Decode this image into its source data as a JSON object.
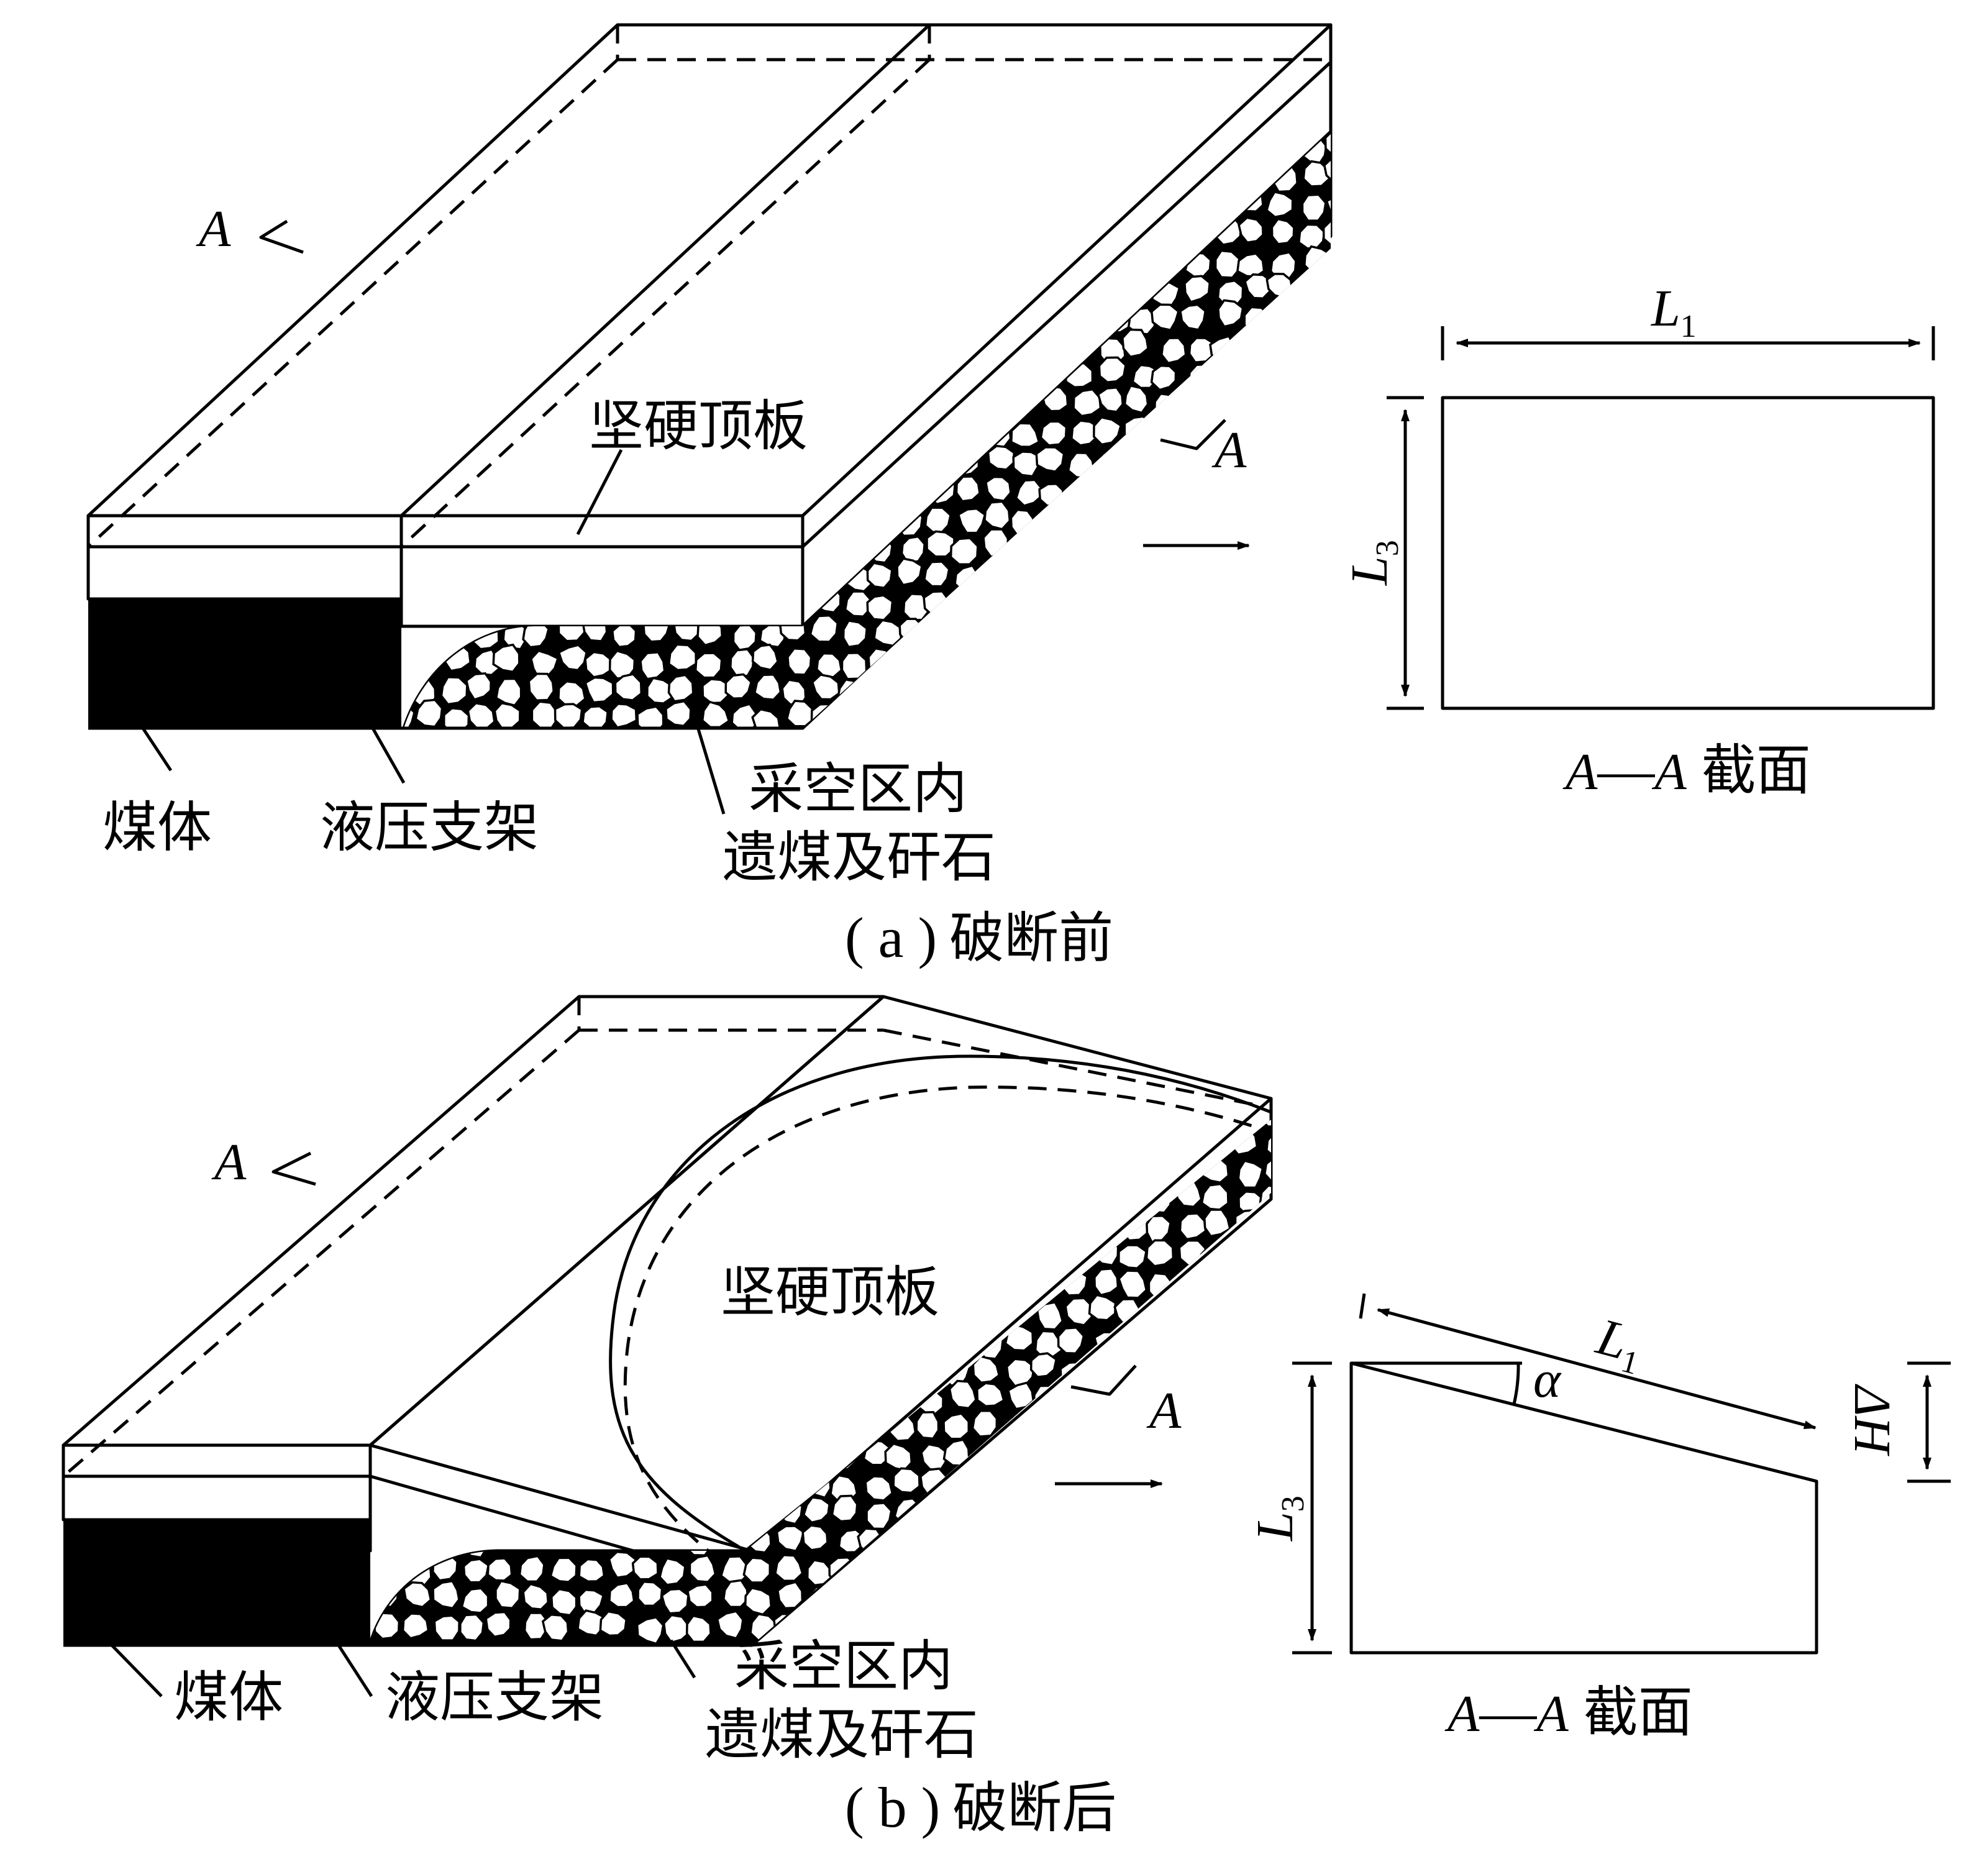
{
  "panel_a": {
    "caption_tag": "( a )",
    "caption_text": "破断前",
    "roof_label": "坚硬顶板",
    "coal_label": "煤体",
    "support_label": "液压支架",
    "goaf_label_1": "采空区内",
    "goaf_label_2": "遗煤及矸石",
    "section_mark_top": "A",
    "section_mark_bottom": "A",
    "section": {
      "width_label": "L",
      "width_sub": "1",
      "height_label": "L",
      "height_sub": "3",
      "title_a1": "A",
      "title_dash": "—",
      "title_a2": "A",
      "title_cn": "截面"
    }
  },
  "panel_b": {
    "caption_tag": "( b )",
    "caption_text": "破断后",
    "roof_label": "坚硬顶板",
    "coal_label": "煤体",
    "support_label": "液压支架",
    "goaf_label_1": "采空区内",
    "goaf_label_2": "遗煤及矸石",
    "section_mark_top": "A",
    "section_mark_bottom": "A",
    "section": {
      "length_label": "L",
      "length_sub": "1",
      "height_label": "L",
      "height_sub": "3",
      "angle_label": "α",
      "drop_label": "ΔH",
      "title_a1": "A",
      "title_dash": "—",
      "title_a2": "A",
      "title_cn": "截面"
    }
  }
}
